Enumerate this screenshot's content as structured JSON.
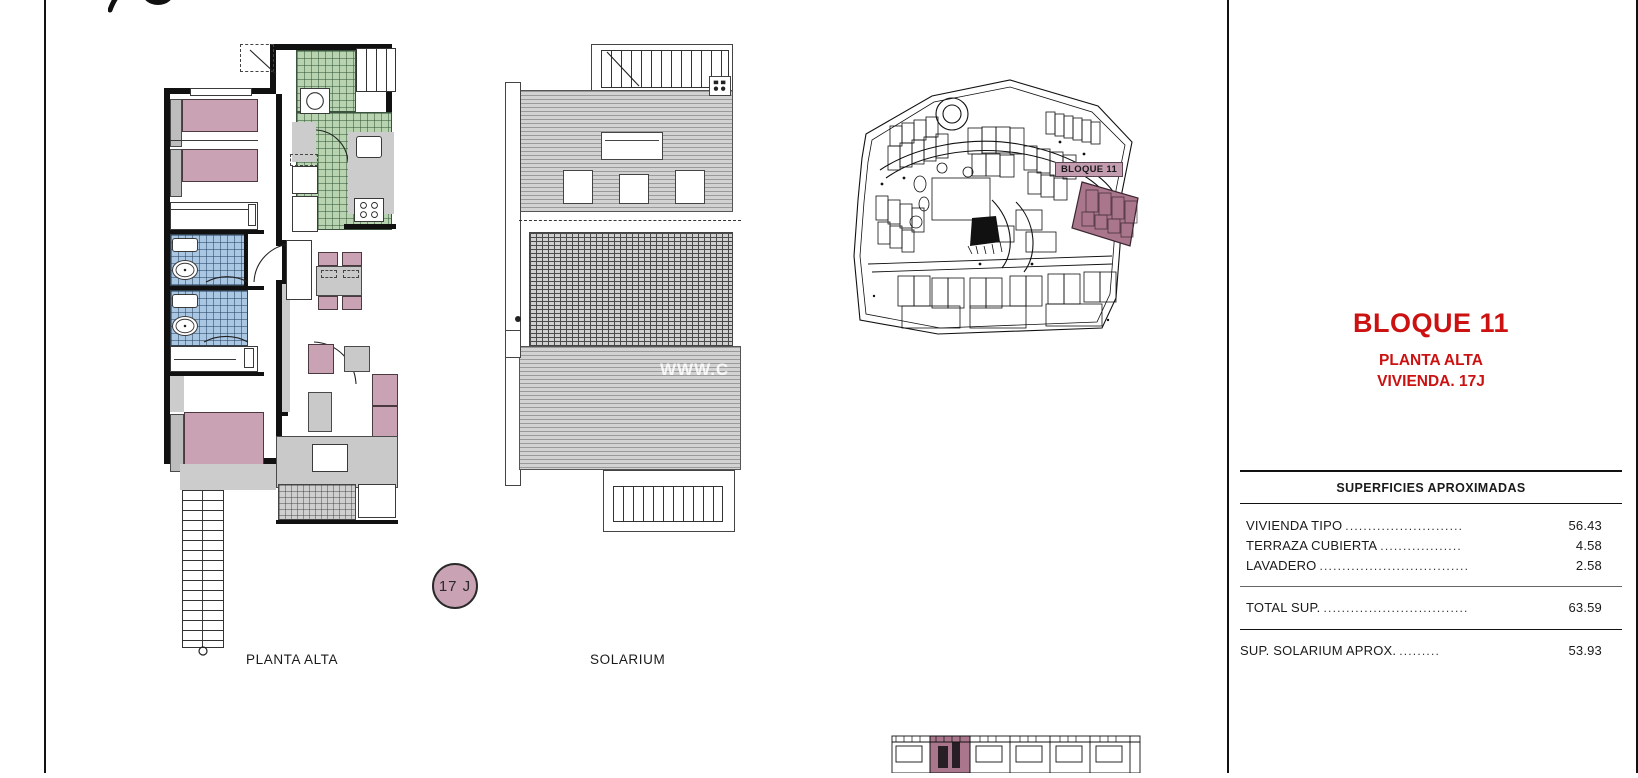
{
  "sheet": {
    "unit_badge": "17 J",
    "watermark": "WWW.C",
    "captions": {
      "left_plan": "PLANTA ALTA",
      "center_plan": "SOLARIUM"
    }
  },
  "site_plan": {
    "block_tag": "BLOQUE 11"
  },
  "title_block": {
    "heading": "BLOQUE 11",
    "subheading_line1": "PLANTA ALTA",
    "subheading_line2": "VIVIENDA. 17J",
    "table_title": "SUPERFICIES APROXIMADAS",
    "rows": [
      {
        "label": "VIVIENDA TIPO",
        "dots": "..........................",
        "value": "56.43"
      },
      {
        "label": "TERRAZA CUBIERTA",
        "dots": "..................",
        "value": "4.58"
      },
      {
        "label": "LAVADERO",
        "dots": ".................................",
        "value": "2.58"
      }
    ],
    "total": {
      "label": "TOTAL SUP.",
      "dots": "................................",
      "value": "63.59"
    },
    "solarium": {
      "label": "SUP. SOLARIUM APROX.",
      "dots": ".........",
      "value": "53.93"
    }
  },
  "colors": {
    "heading_red": "#cc1111",
    "bed_mauve": "#c9a3b4",
    "bath_blue": "#a9c6e2",
    "kitchen_green": "#b7d3b0",
    "terrace_gray": "#c9c9c9",
    "highlight_mauve": "#c49cb0"
  }
}
